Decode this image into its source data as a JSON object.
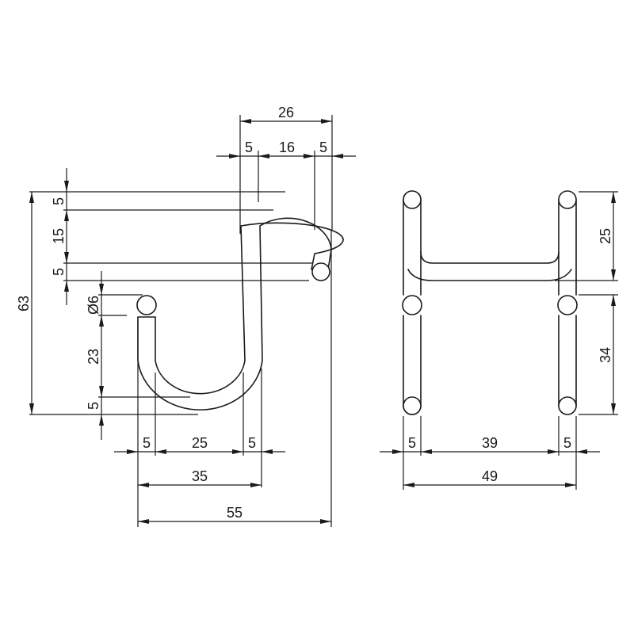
{
  "drawing": {
    "side_view": {
      "overall_width": "55",
      "overall_height": "63",
      "bottom_hook_span": "35",
      "bottom_wire_left": "5",
      "bottom_inner_gap": "25",
      "bottom_wire_right": "5",
      "top_hook_span": "26",
      "top_wire_left": "5",
      "top_inner_gap": "16",
      "top_wire_right": "5",
      "top_wire_thickness": "5",
      "top_inner_depth": "15",
      "top_tip_offset": "5",
      "ball_diameter": "Ø6",
      "bottom_straight_length": "23",
      "bottom_wire_thickness": "5"
    },
    "front_view": {
      "overall_width": "49",
      "wire_left": "5",
      "inner_gap": "39",
      "wire_right": "5",
      "upper_height": "25",
      "lower_height": "34"
    }
  }
}
